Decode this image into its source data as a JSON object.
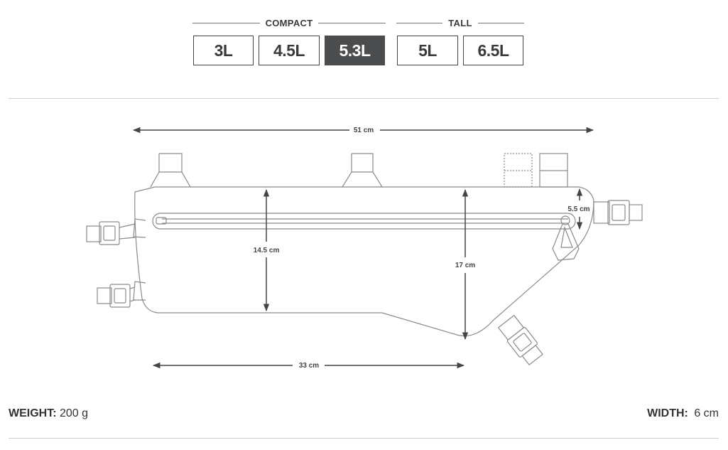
{
  "groups": {
    "compact": "COMPACT",
    "tall": "TALL"
  },
  "sizes": [
    {
      "label": "3L",
      "group": "compact",
      "selected": false
    },
    {
      "label": "4.5L",
      "group": "compact",
      "selected": false
    },
    {
      "label": "5.3L",
      "group": "compact",
      "selected": true
    },
    {
      "label": "5L",
      "group": "tall",
      "selected": false
    },
    {
      "label": "6.5L",
      "group": "tall",
      "selected": false
    }
  ],
  "dimensions": {
    "overall_length": "51 cm",
    "bottom_length": "33 cm",
    "rear_height": "14.5 cm",
    "front_height": "17 cm",
    "head_height": "5.5 cm"
  },
  "specs": {
    "weight_label": "WEIGHT:",
    "weight_value": "200 g",
    "width_label": "WIDTH:",
    "width_value": "6 cm"
  },
  "colors": {
    "selected_bg": "#4a4c4e",
    "outline": "#888888",
    "arrow": "#444444"
  }
}
